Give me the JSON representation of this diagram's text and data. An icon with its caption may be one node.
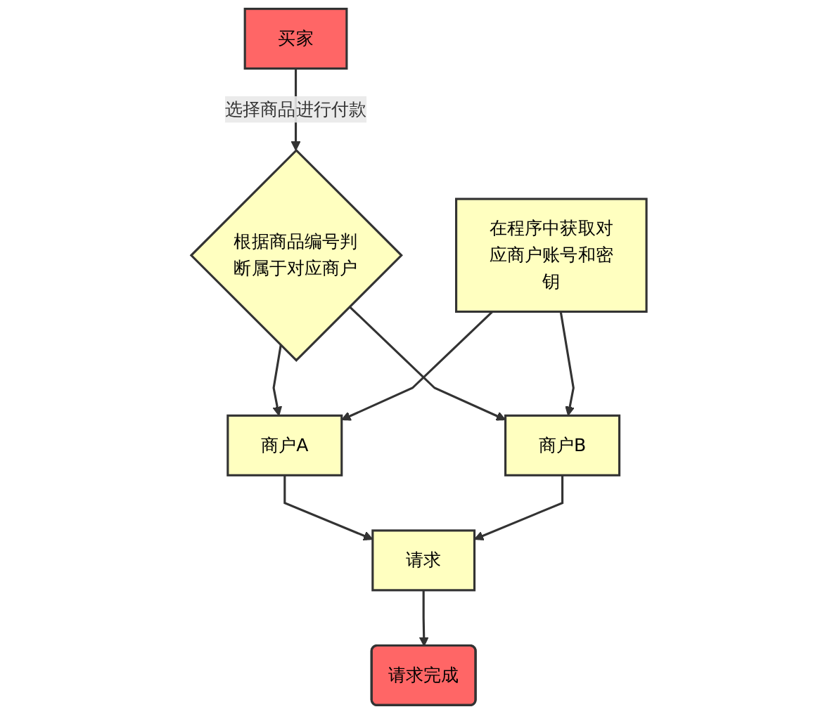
{
  "diagram": {
    "nodes": [
      {
        "text": [
          "买家"
        ]
      },
      {
        "text": [
          "根据商品编号判断属于对应商户"
        ]
      },
      {
        "text": [
          "商户A"
        ]
      },
      {
        "text": [
          "在程序中获取对应商户账号和密钥"
        ]
      },
      {
        "text": [
          "商户B"
        ]
      },
      {
        "text": [
          "请求"
        ]
      },
      {
        "text": [
          "请求完成"
        ]
      }
    ],
    "edges": [
      {
        "from": 0,
        "to": 1,
        "arrow": "to",
        "label": "选择商品进行付款"
      },
      {
        "from": 1,
        "to": 2,
        "arrow": "to"
      },
      {
        "from": 1,
        "to": 4,
        "arrow": "to"
      },
      {
        "from": 3,
        "to": 2,
        "arrow": "to"
      },
      {
        "from": 3,
        "to": 4,
        "arrow": "to"
      },
      {
        "from": 2,
        "to": 5,
        "arrow": "to"
      },
      {
        "from": 4,
        "to": 5,
        "arrow": "to"
      },
      {
        "from": 5,
        "to": 6,
        "arrow": "to"
      }
    ]
  }
}
